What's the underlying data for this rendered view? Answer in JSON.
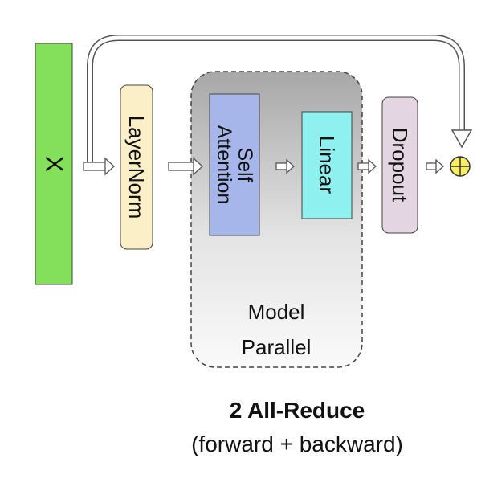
{
  "diagram": {
    "blocks": {
      "x": {
        "label": "X",
        "color": "#84e05a"
      },
      "layernorm": {
        "label": "LayerNorm",
        "color": "#fbefc8"
      },
      "self_attention": {
        "line1": "Self",
        "line2": "Attention",
        "color": "#a7b6ea"
      },
      "linear": {
        "label": "Linear",
        "color": "#8ff0f0"
      },
      "dropout": {
        "label": "Dropout",
        "color": "#e4d5e2"
      }
    },
    "group": {
      "line1": "Model",
      "line2": "Parallel"
    },
    "caption": {
      "title": "2 All-Reduce",
      "subtitle": "(forward + backward)"
    },
    "add_symbol": {
      "glyph": "⊕",
      "color": "#f7ee62"
    }
  }
}
